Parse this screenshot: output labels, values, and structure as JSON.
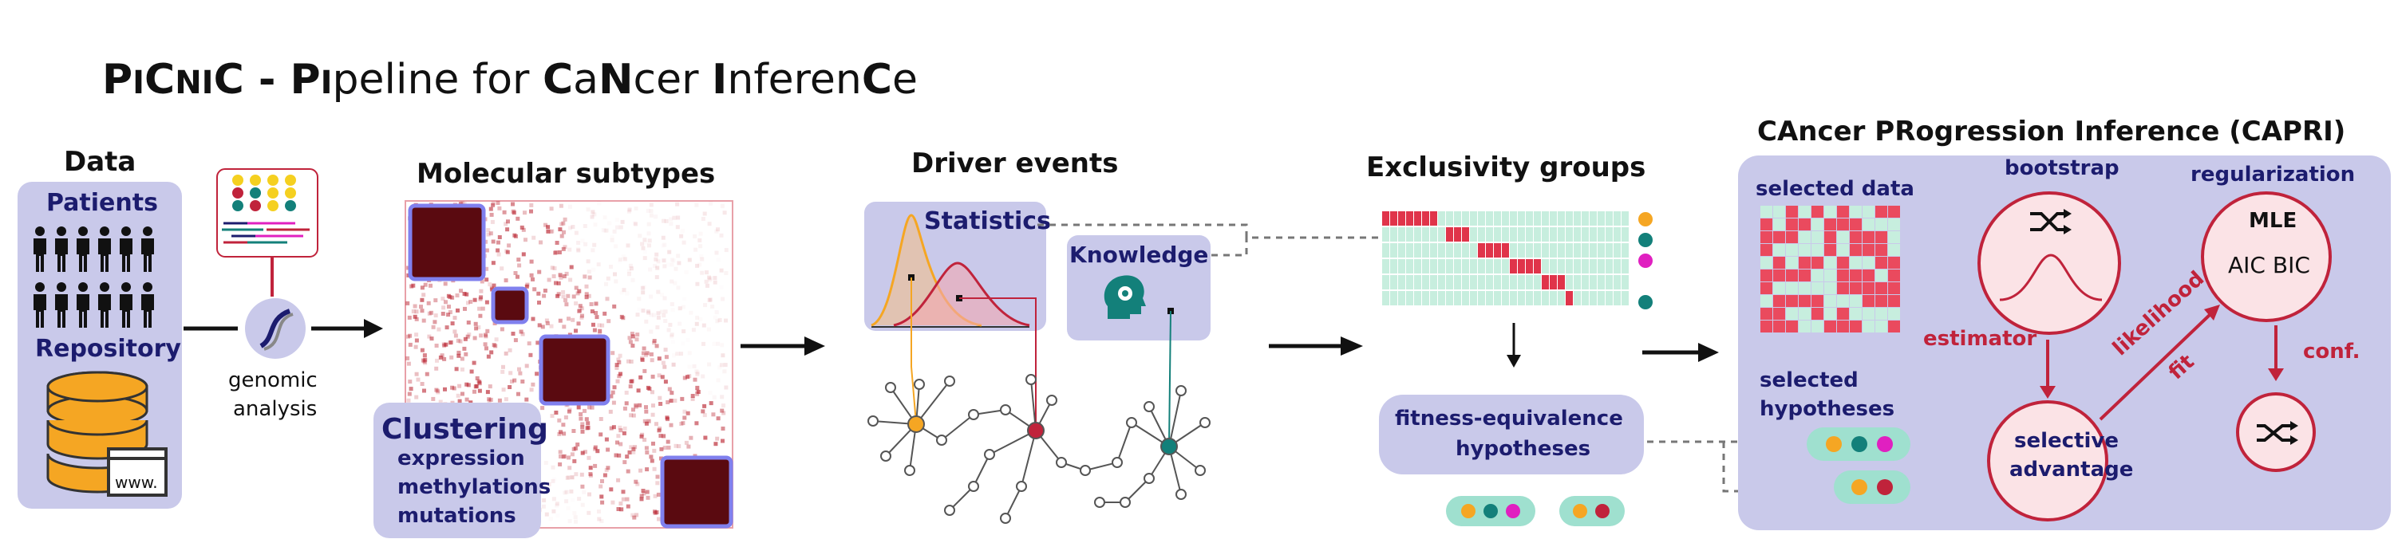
{
  "title": {
    "p1": "P",
    "p2": "I",
    "p3": "C",
    "p4": "N",
    "p5": "I",
    "p6": "C",
    "sep": " - ",
    "w1a": "P",
    "w1b": "I",
    "w1c": "peline for ",
    "w2a": "C",
    "w2b": "a",
    "w2c": "N",
    "w2d": "cer ",
    "w3a": "I",
    "w3b": "nferen",
    "w3c": "C",
    "w3d": "e"
  },
  "data_section": {
    "heading": "Data",
    "patients": "Patients",
    "repository": "Repository",
    "www": "www."
  },
  "genomic": {
    "line1": "genomic",
    "line2": "analysis"
  },
  "subtypes": {
    "heading": "Molecular subtypes",
    "clustering": "Clustering",
    "items": [
      "expression",
      "methylations",
      "mutations"
    ]
  },
  "driver": {
    "heading": "Driver events",
    "statistics": "Statistics",
    "knowledge": "Knowledge"
  },
  "exclusivity": {
    "heading": "Exclusivity groups",
    "hypotheses_line1": "fitness-equivalence",
    "hypotheses_line2": "hypotheses"
  },
  "capri": {
    "heading": "CAncer PRogression Inference (CAPRI)",
    "selected_data": "selected data",
    "bootstrap": "bootstrap",
    "regularization": "regularization",
    "mle": "MLE",
    "aic_bic": "AIC  BIC",
    "estimator": "estimator",
    "selective1": "selective",
    "selective2": "advantage",
    "likelihood1": "likelihood",
    "likelihood2": "fit",
    "conf": "conf.",
    "selected_hyp1": "selected",
    "selected_hyp2": "hypotheses"
  },
  "colors": {
    "lavender": "#c9c9ea",
    "navy": "#1c1c6e",
    "crimson": "#c0233b",
    "mint": "#9fe0cf",
    "orange": "#f5a623"
  }
}
